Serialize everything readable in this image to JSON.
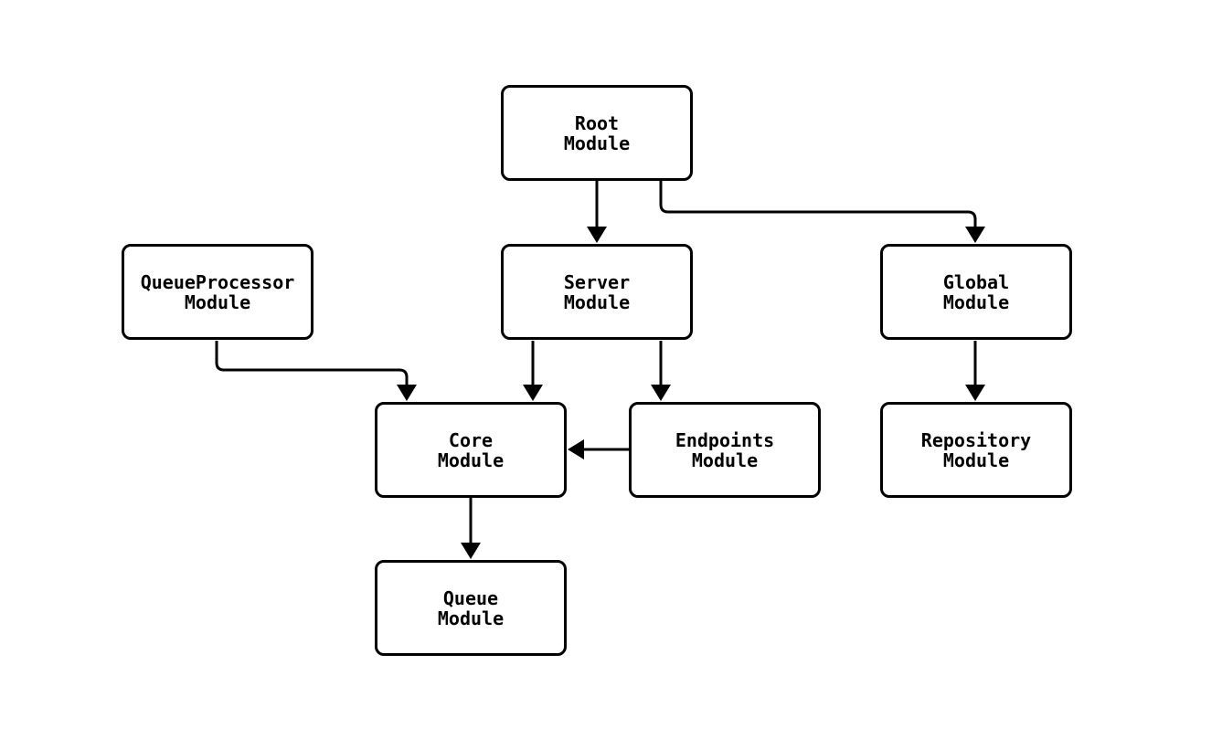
{
  "diagram": {
    "type": "flowchart",
    "direction": "top-down",
    "background_color": "#ffffff",
    "node_fill_color": "#ffffff",
    "node_border_color": "#000000",
    "edge_color": "#000000",
    "text_color": "#000000",
    "nodes": {
      "root": {
        "label": "Root\nModule"
      },
      "queue_processor": {
        "label": "QueueProcessor\nModule"
      },
      "server": {
        "label": "Server\nModule"
      },
      "global": {
        "label": "Global\nModule"
      },
      "core": {
        "label": "Core\nModule"
      },
      "endpoints": {
        "label": "Endpoints\nModule"
      },
      "repository": {
        "label": "Repository\nModule"
      },
      "queue": {
        "label": "Queue\nModule"
      }
    },
    "edges": [
      {
        "from": "Root Module",
        "to": "Server Module"
      },
      {
        "from": "Root Module",
        "to": "Global Module"
      },
      {
        "from": "QueueProcessor Module",
        "to": "Core Module"
      },
      {
        "from": "Server Module",
        "to": "Core Module"
      },
      {
        "from": "Server Module",
        "to": "Endpoints Module"
      },
      {
        "from": "Endpoints Module",
        "to": "Core Module"
      },
      {
        "from": "Global Module",
        "to": "Repository Module"
      },
      {
        "from": "Core Module",
        "to": "Queue Module"
      }
    ]
  }
}
